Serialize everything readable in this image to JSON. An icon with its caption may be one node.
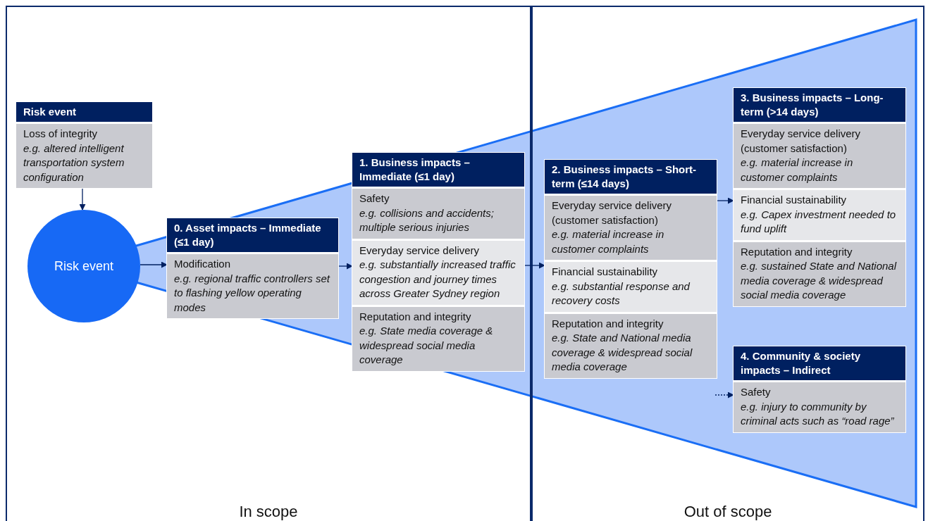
{
  "diagram": {
    "nodes": [
      {
        "text": [
          "In scope"
        ]
      },
      {
        "text": [
          "Out of scope"
        ]
      },
      {
        "text": [
          "Risk event"
        ],
        "in": 0
      },
      {
        "text": [
          "Loss of integrity",
          "e.g. altered intelligent transportation system configuration"
        ],
        "in": 2
      },
      {
        "text": [
          "Risk event"
        ],
        "in": 0
      },
      {
        "text": [
          "0. Asset impacts – Immediate (≤1 day)"
        ],
        "in": 0
      },
      {
        "text": [
          "Modification",
          "e.g. regional traffic controllers set to flashing yellow operating modes"
        ],
        "in": 5
      },
      {
        "text": [
          "1. Business impacts – Immediate (≤1 day)"
        ],
        "in": 0
      },
      {
        "text": [
          "Safety",
          "e.g. collisions and accidents; multiple serious injuries"
        ],
        "in": 7
      },
      {
        "text": [
          "Everyday service delivery",
          "e.g. substantially increased traffic congestion and journey times across Greater Sydney region"
        ],
        "in": 7
      },
      {
        "text": [
          "Reputation and integrity",
          "e.g. State media coverage & widespread social media coverage"
        ],
        "in": 7
      },
      {
        "text": [
          "2. Business impacts – Short-term (≤14 days)"
        ],
        "in": 1
      },
      {
        "text": [
          "Everyday service delivery (customer satisfaction)",
          "e.g. material increase in customer complaints"
        ],
        "in": 11
      },
      {
        "text": [
          "Financial sustainability",
          "e.g. substantial response and recovery costs"
        ],
        "in": 11
      },
      {
        "text": [
          "Reputation and integrity",
          "e.g. State and National media coverage & widespread social media coverage"
        ],
        "in": 11
      },
      {
        "text": [
          "3. Business impacts – Long-term (>14 days)"
        ],
        "in": 1
      },
      {
        "text": [
          "Everyday service delivery (customer satisfaction)",
          "e.g. material increase in customer complaints"
        ],
        "in": 15
      },
      {
        "text": [
          "Financial sustainability",
          "e.g. Capex investment needed to fund uplift"
        ],
        "in": 15
      },
      {
        "text": [
          "Reputation and integrity",
          "e.g. sustained State and National media coverage & widespread social media coverage"
        ],
        "in": 15
      },
      {
        "text": [
          "4. Community & society impacts – Indirect"
        ],
        "in": 1
      },
      {
        "text": [
          "Safety",
          "e.g. injury to community by criminal acts such as “road rage”"
        ],
        "in": 19
      }
    ],
    "edges": [
      {
        "from": 3,
        "to": 4,
        "arrow": "to"
      },
      {
        "from": 4,
        "to": 6,
        "arrow": "to"
      },
      {
        "from": 6,
        "to": 9,
        "arrow": "to"
      },
      {
        "from": 9,
        "to": 13,
        "arrow": "to"
      },
      {
        "from": 12,
        "to": 17,
        "arrow": "to"
      },
      {
        "from": null,
        "to": 20,
        "arrow": "to",
        "style": "dashed"
      }
    ]
  }
}
